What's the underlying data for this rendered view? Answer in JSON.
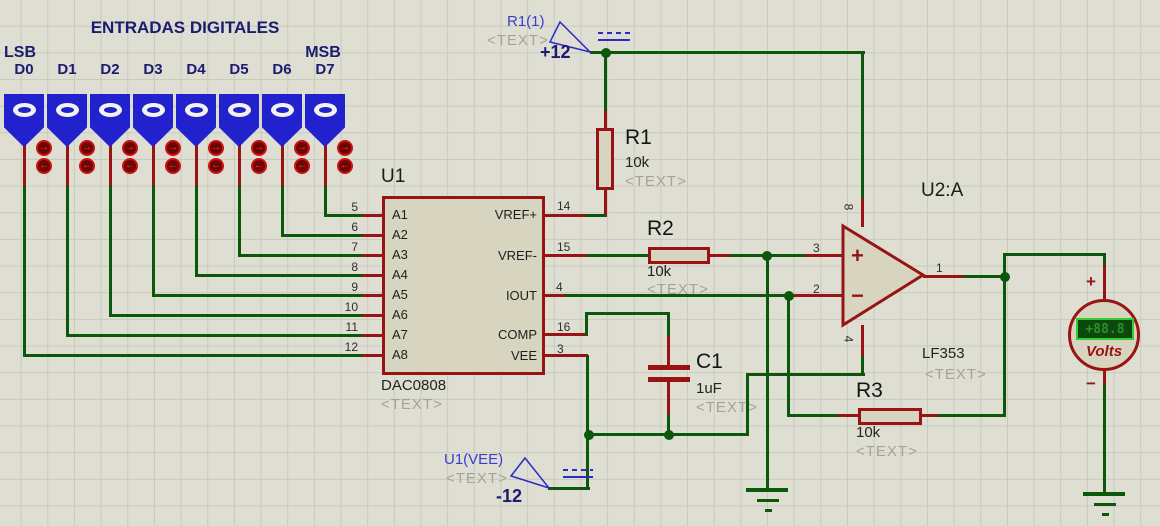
{
  "title": "ENTRADAS DIGITALES",
  "labels": {
    "lsb": "LSB",
    "msb": "MSB"
  },
  "digital_inputs": [
    "D0",
    "D1",
    "D2",
    "D3",
    "D4",
    "D5",
    "D6",
    "D7"
  ],
  "dac": {
    "designator": "U1",
    "part": "DAC0808",
    "placeholder": "<TEXT>",
    "left_pins": [
      {
        "num": "5",
        "name": "A1"
      },
      {
        "num": "6",
        "name": "A2"
      },
      {
        "num": "7",
        "name": "A3"
      },
      {
        "num": "8",
        "name": "A4"
      },
      {
        "num": "9",
        "name": "A5"
      },
      {
        "num": "10",
        "name": "A6"
      },
      {
        "num": "11",
        "name": "A7"
      },
      {
        "num": "12",
        "name": "A8"
      }
    ],
    "right_pins": [
      {
        "num": "14",
        "name": "VREF+"
      },
      {
        "num": "15",
        "name": "VREF-"
      },
      {
        "num": "4",
        "name": "IOUT"
      },
      {
        "num": "16",
        "name": "COMP"
      },
      {
        "num": "3",
        "name": "VEE"
      }
    ]
  },
  "resistors": {
    "r1": {
      "ref": "R1",
      "value": "10k",
      "placeholder": "<TEXT>"
    },
    "r2": {
      "ref": "R2",
      "value": "10k",
      "placeholder": "<TEXT>"
    },
    "r3": {
      "ref": "R3",
      "value": "10k",
      "placeholder": "<TEXT>"
    }
  },
  "capacitor": {
    "ref": "C1",
    "value": "1uF",
    "placeholder": "<TEXT>"
  },
  "opamp": {
    "designator": "U2:A",
    "part": "LF353",
    "placeholder": "<TEXT>",
    "pins": {
      "noninv": "3",
      "inv": "2",
      "out": "1",
      "vplus": "8",
      "vminus": "4"
    },
    "plus": "+",
    "minus": "−"
  },
  "power": {
    "positive": {
      "net": "R1(1)",
      "placeholder": "<TEXT>",
      "value": "+12"
    },
    "negative": {
      "net": "U1(VEE)",
      "placeholder": "<TEXT>",
      "value": "-12"
    }
  },
  "voltmeter": {
    "reading": "+88.8",
    "unit": "Volts",
    "plus": "+",
    "minus": "−"
  },
  "colors": {
    "wire_green": "#0c570c",
    "component_red": "#981414",
    "body_fill": "#d7d4bf",
    "background": "#deded2",
    "grid": "#c9c9bd",
    "switch_blue": "#2121ce",
    "navy_text": "#1b1b70",
    "net_label_blue": "#3c3cd0",
    "placeholder_gray": "#a3a39b",
    "display_bg": "#0b4a0b",
    "display_border": "#33cc33",
    "display_text": "#2e8f2e"
  }
}
